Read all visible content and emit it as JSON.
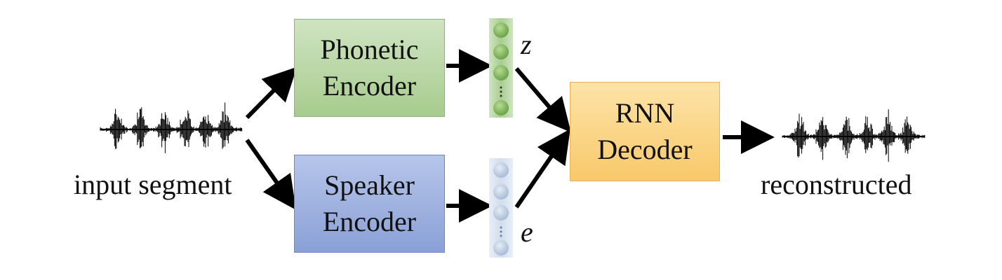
{
  "input": {
    "label": "input segment"
  },
  "phonetic_encoder": {
    "line1": "Phonetic",
    "line2": "Encoder",
    "output_var": "z"
  },
  "speaker_encoder": {
    "line1": "Speaker",
    "line2": "Encoder",
    "output_var": "e"
  },
  "decoder": {
    "line1": "RNN",
    "line2": "Decoder"
  },
  "output": {
    "label": "reconstructed"
  },
  "colors": {
    "phonetic": "#a7cc8e",
    "speaker": "#8aa0d6",
    "decoder": "#f8c96a",
    "z_node": "#7fb05c",
    "e_node": "#b9c9e0"
  },
  "vectors": {
    "z": {
      "nodes": [
        "node",
        "node",
        "node",
        "ellipsis",
        "node"
      ]
    },
    "e": {
      "nodes": [
        "node",
        "node",
        "node",
        "ellipsis",
        "node"
      ]
    }
  }
}
